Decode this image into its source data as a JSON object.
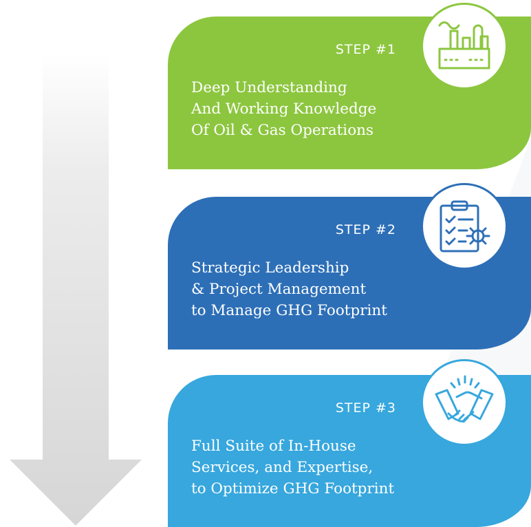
{
  "steps": [
    {
      "label": "STEP #1",
      "lines": [
        "Deep Understanding",
        "And Working Knowledge",
        "Of Oil & Gas Operations"
      ],
      "icon": "refinery-icon",
      "color": "#8cc63f"
    },
    {
      "label": "STEP #2",
      "lines": [
        "Strategic Leadership",
        "& Project Management",
        "to Manage GHG Footprint"
      ],
      "icon": "clipboard-gear-icon",
      "color": "#2d6fb7"
    },
    {
      "label": "STEP #3",
      "lines": [
        "Full Suite of In-House",
        "Services, and Expertise,",
        "to Optimize GHG Footprint"
      ],
      "icon": "handshake-icon",
      "color": "#37a7dd"
    }
  ],
  "arrow_color": "#d9d9d9"
}
